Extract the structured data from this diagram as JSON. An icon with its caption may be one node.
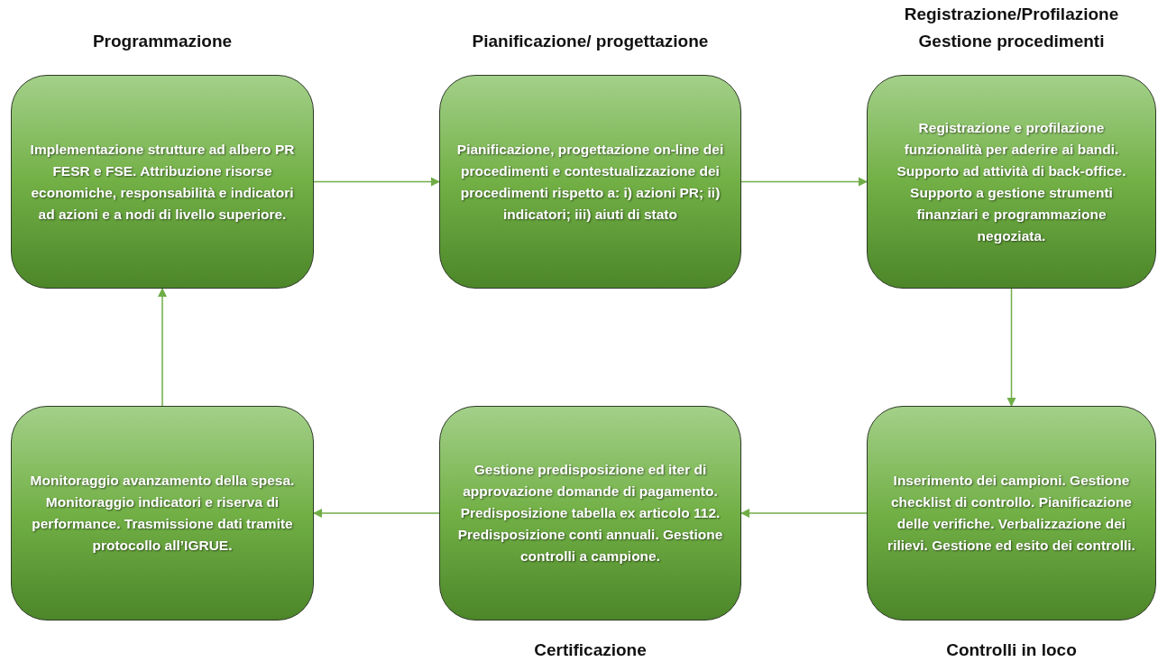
{
  "diagram": {
    "nodes": [
      {
        "text": [
          "Programmazione",
          "Implementazione strutture ad albero PR FESR e FSE. Attribuzione risorse economiche, responsabilità e indicatori ad azioni e a nodi di livello superiore."
        ]
      },
      {
        "text": [
          "Pianificazione/ progettazione",
          "Pianificazione, progettazione on-line dei procedimenti e contestualizzazione dei procedimenti rispetto a: i) azioni PR; ii) indicatori; iii) aiuti di stato"
        ]
      },
      {
        "text": [
          "Registrazione/Profilazione Gestione procedimenti",
          "Registrazione e profilazione funzionalità per aderire ai bandi. Supporto ad attività di back-office. Supporto a gestione strumenti finanziari e programmazione negoziata."
        ]
      },
      {
        "text": [
          "Monitoraggio avanzamento della spesa. Monitoraggio indicatori e riserva di performance. Trasmissione dati tramite protocollo all’IGRUE."
        ]
      },
      {
        "text": [
          "Gestione predisposizione ed iter di approvazione domande di pagamento. Predisposizione tabella ex articolo 112. Predisposizione conti annuali. Gestione controlli a campione.",
          "Certificazione"
        ]
      },
      {
        "text": [
          "Inserimento dei campioni. Gestione checklist di controllo. Pianificazione delle verifiche. Verbalizzazione dei rilievi. Gestione ed esito dei controlli.",
          "Controlli in loco"
        ]
      }
    ],
    "edges": [
      {
        "from": 0,
        "to": 1,
        "arrow": "to"
      },
      {
        "from": 1,
        "to": 2,
        "arrow": "to"
      },
      {
        "from": 2,
        "to": 5,
        "arrow": "to"
      },
      {
        "from": 5,
        "to": 4,
        "arrow": "to"
      },
      {
        "from": 4,
        "to": 3,
        "arrow": "to"
      },
      {
        "from": 3,
        "to": 0,
        "arrow": "to"
      }
    ]
  }
}
